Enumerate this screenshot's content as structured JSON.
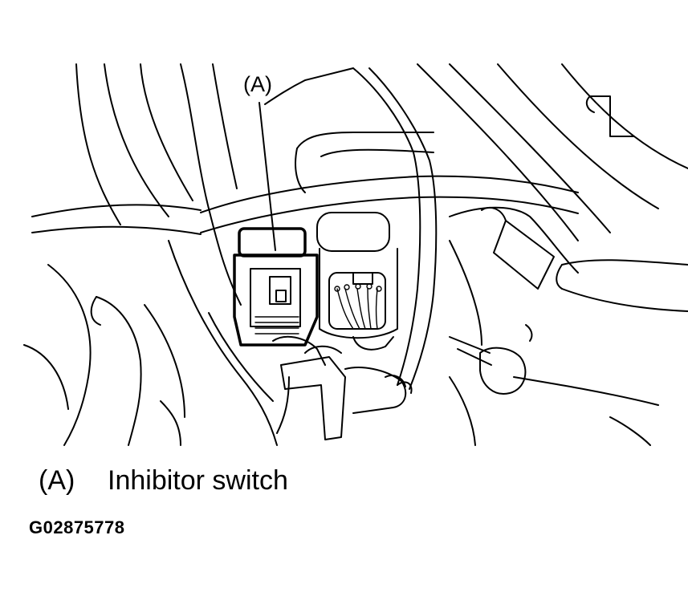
{
  "figure": {
    "callout_label": "(A)",
    "legend": {
      "key": "(A)",
      "text": "Inhibitor switch"
    },
    "figure_id": "G02875778"
  }
}
